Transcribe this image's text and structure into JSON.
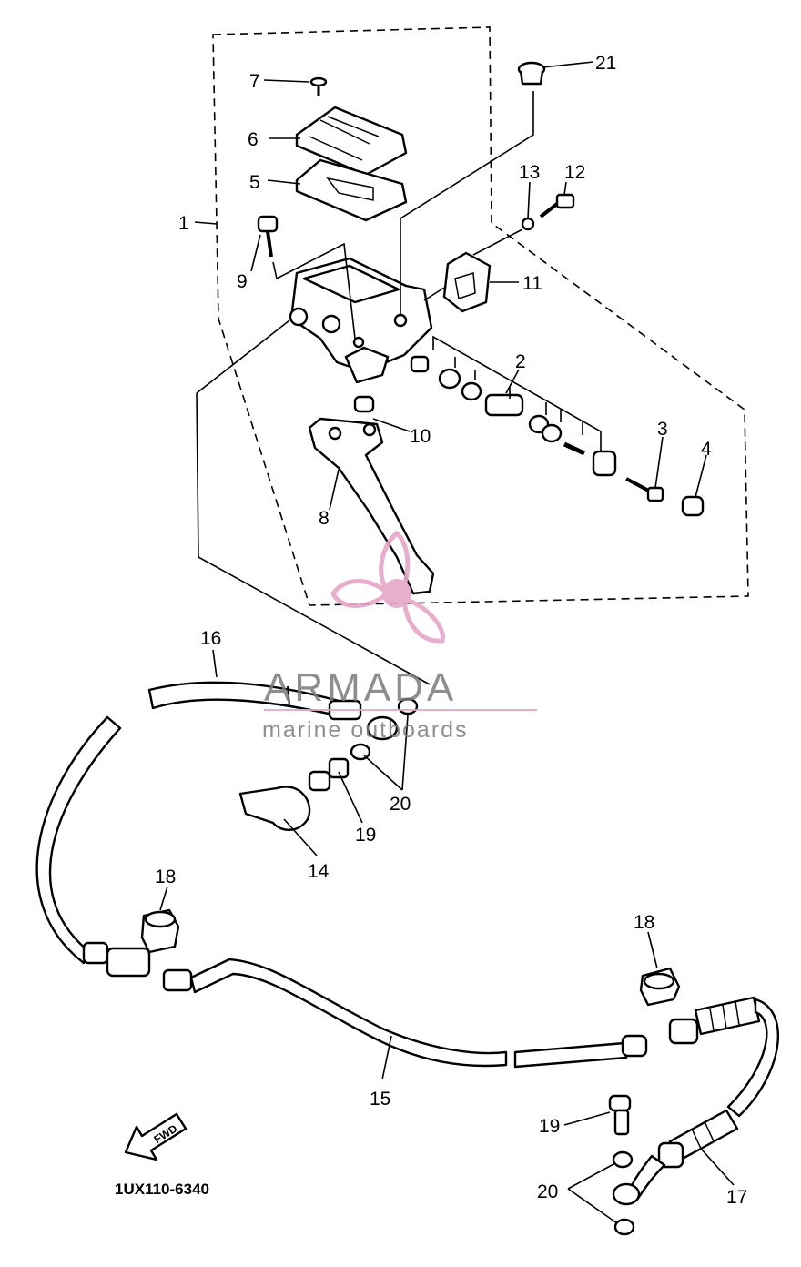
{
  "diagram": {
    "part_labels": [
      "1",
      "2",
      "3",
      "4",
      "5",
      "6",
      "7",
      "8",
      "9",
      "10",
      "11",
      "12",
      "13",
      "14",
      "15",
      "16",
      "17",
      "18",
      "18",
      "19",
      "19",
      "20",
      "20",
      "21"
    ],
    "diagram_code": "1UX110-6340",
    "fwd_label": "FWD"
  },
  "watermark": {
    "brand": "ARMADA",
    "tagline": "marine outboards",
    "accent_color": "#e6a6c8",
    "icon": "propeller-icon"
  }
}
